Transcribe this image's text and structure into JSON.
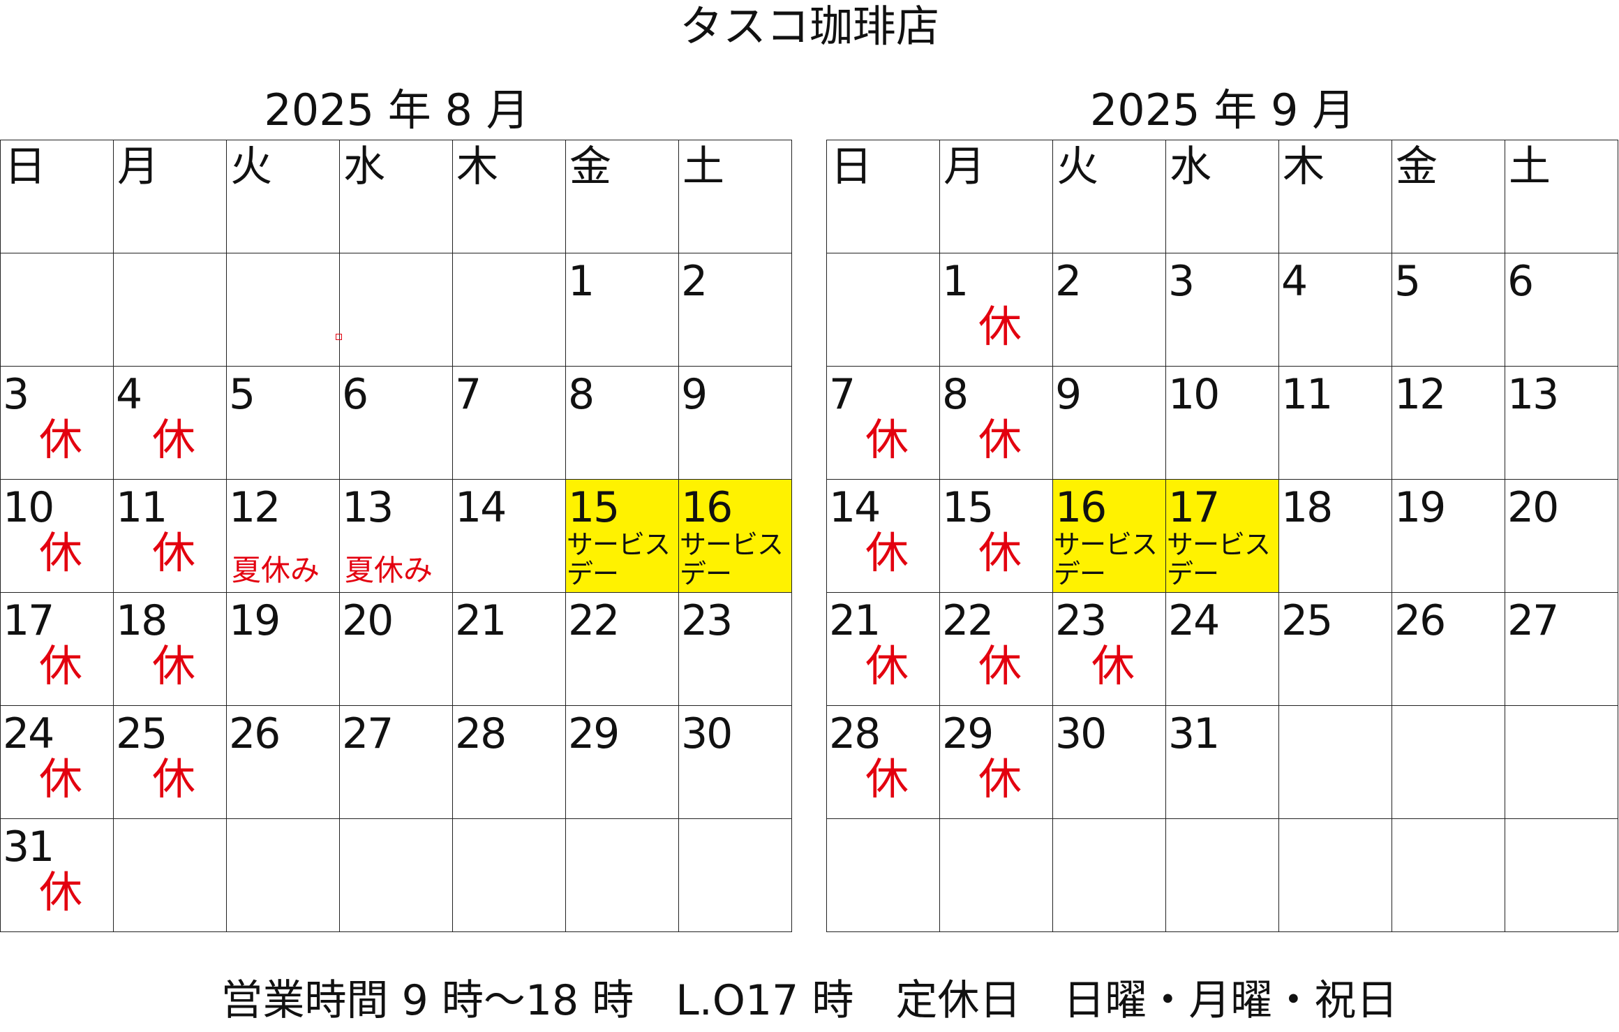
{
  "store_name": "タスコ珈琲店",
  "weekdays": [
    "日",
    "月",
    "火",
    "水",
    "木",
    "金",
    "土"
  ],
  "months": [
    {
      "title": "2025 年 8 月",
      "weeks": [
        [
          {},
          {},
          {},
          {},
          {},
          {
            "day": "1"
          },
          {
            "day": "2"
          }
        ],
        [
          {
            "day": "3",
            "closed": "休"
          },
          {
            "day": "4",
            "closed": "休"
          },
          {
            "day": "5"
          },
          {
            "day": "6"
          },
          {
            "day": "7"
          },
          {
            "day": "8"
          },
          {
            "day": "9"
          }
        ],
        [
          {
            "day": "10",
            "closed": "休"
          },
          {
            "day": "11",
            "closed": "休"
          },
          {
            "day": "12",
            "note": "夏休み"
          },
          {
            "day": "13",
            "note": "夏休み"
          },
          {
            "day": "14"
          },
          {
            "day": "15",
            "service": "サービスデー",
            "highlight": "#fff200"
          },
          {
            "day": "16",
            "service": "サービスデー",
            "highlight": "#fff200"
          }
        ],
        [
          {
            "day": "17",
            "closed": "休"
          },
          {
            "day": "18",
            "closed": "休"
          },
          {
            "day": "19"
          },
          {
            "day": "20"
          },
          {
            "day": "21"
          },
          {
            "day": "22"
          },
          {
            "day": "23"
          }
        ],
        [
          {
            "day": "24",
            "closed": "休"
          },
          {
            "day": "25",
            "closed": "休"
          },
          {
            "day": "26"
          },
          {
            "day": "27"
          },
          {
            "day": "28"
          },
          {
            "day": "29"
          },
          {
            "day": "30"
          }
        ],
        [
          {
            "day": "31",
            "closed": "休"
          },
          {},
          {},
          {},
          {},
          {},
          {}
        ]
      ]
    },
    {
      "title": "2025 年 9 月",
      "weeks": [
        [
          {},
          {
            "day": "1",
            "closed": "休"
          },
          {
            "day": "2"
          },
          {
            "day": "3"
          },
          {
            "day": "4"
          },
          {
            "day": "5"
          },
          {
            "day": "6"
          }
        ],
        [
          {
            "day": "7",
            "closed": "休"
          },
          {
            "day": "8",
            "closed": "休"
          },
          {
            "day": "9"
          },
          {
            "day": "10"
          },
          {
            "day": "11"
          },
          {
            "day": "12"
          },
          {
            "day": "13"
          }
        ],
        [
          {
            "day": "14",
            "closed": "休"
          },
          {
            "day": "15",
            "closed": "休"
          },
          {
            "day": "16",
            "service": "サービスデー",
            "highlight": "#fff200"
          },
          {
            "day": "17",
            "service": "サービスデー",
            "highlight": "#fff200"
          },
          {
            "day": "18"
          },
          {
            "day": "19"
          },
          {
            "day": "20"
          }
        ],
        [
          {
            "day": "21",
            "closed": "休"
          },
          {
            "day": "22",
            "closed": "休"
          },
          {
            "day": "23",
            "closed": "休"
          },
          {
            "day": "24"
          },
          {
            "day": "25"
          },
          {
            "day": "26"
          },
          {
            "day": "27"
          }
        ],
        [
          {
            "day": "28",
            "closed": "休"
          },
          {
            "day": "29",
            "closed": "休"
          },
          {
            "day": "30"
          },
          {
            "day": "31"
          },
          {},
          {},
          {}
        ],
        [
          {},
          {},
          {},
          {},
          {},
          {},
          {}
        ]
      ]
    }
  ],
  "footer": "営業時間 9 時〜18 時　L.O17 時　定休日　日曜・月曜・祝日",
  "colors": {
    "closed": "#e3000f",
    "holiday_note": "#e3000f",
    "service_highlight": "#fff200",
    "grid_line": "#222222"
  }
}
